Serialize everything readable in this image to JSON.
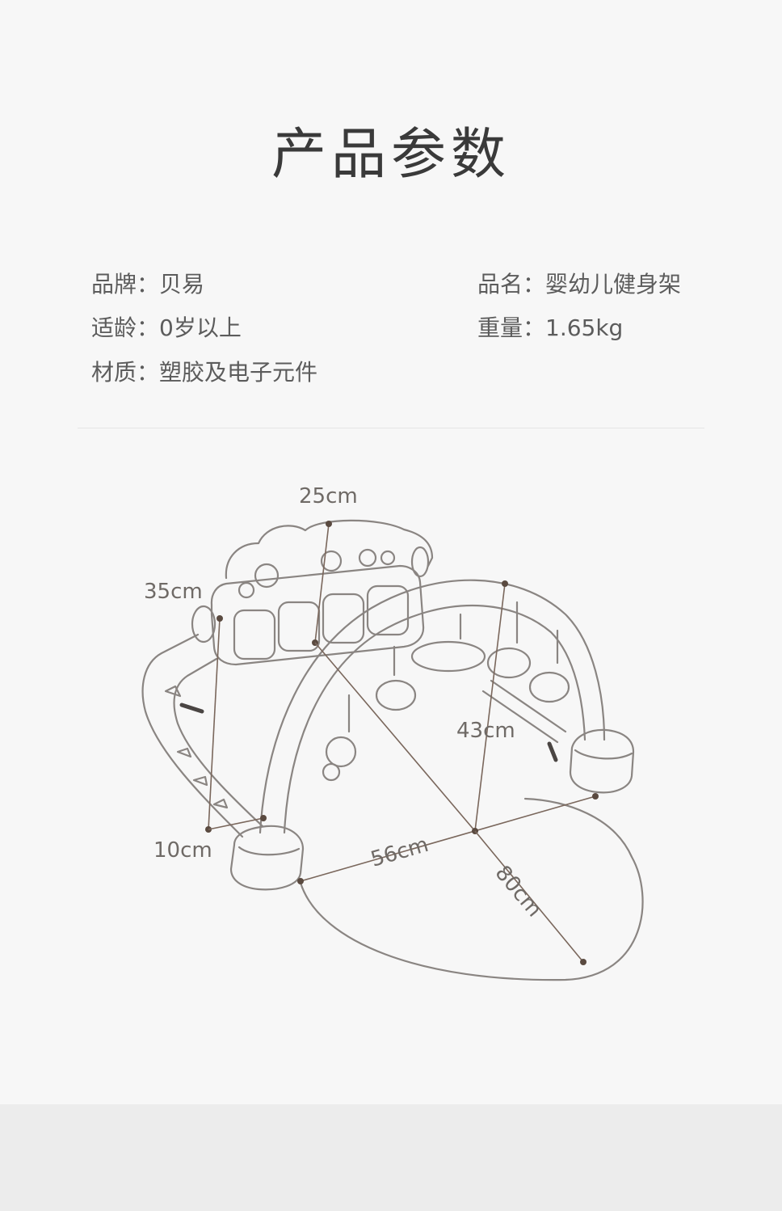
{
  "title": "产品参数",
  "specs": {
    "brand": "品牌：贝易",
    "name": "品名：婴幼儿健身架",
    "age": "适龄：0岁以上",
    "weight": "重量：1.65kg",
    "material": "材质：塑胶及电子元件"
  },
  "dimensions": {
    "top_width": "25cm",
    "panel_height": "35cm",
    "arch_height": "43cm",
    "base_height": "10cm",
    "mat_width": "56cm",
    "mat_length": "80cm"
  }
}
